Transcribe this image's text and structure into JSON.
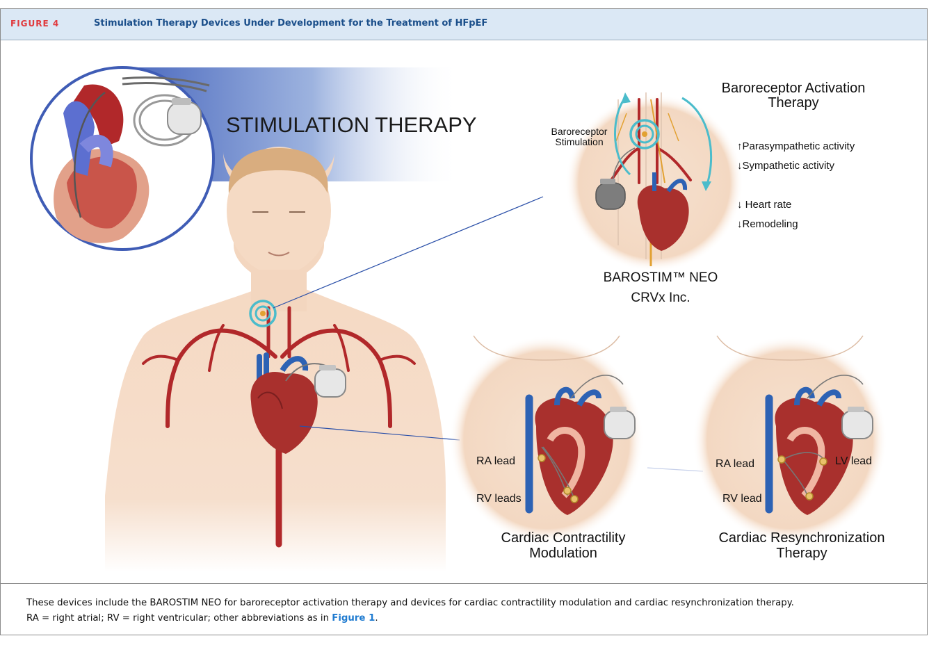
{
  "header": {
    "figure_label": "FIGURE 4",
    "title": "Stimulation Therapy Devices Under Development for the Treatment of HFpEF"
  },
  "banner": {
    "title": "STIMULATION THERAPY"
  },
  "barostim": {
    "title_line1": "Baroreceptor Activation",
    "title_line2": "Therapy",
    "stim_label_line1": "Baroreceptor",
    "stim_label_line2": "Stimulation",
    "effects": [
      "↑Parasympathetic activity",
      "↓Sympathetic activity",
      "↓ Heart rate",
      "↓Remodeling"
    ],
    "device_name": "BAROSTIM™ NEO",
    "maker": "CRVx Inc."
  },
  "ccm": {
    "title_line1": "Cardiac Contractility",
    "title_line2": "Modulation",
    "ra_label": "RA lead",
    "rv_label": "RV leads"
  },
  "crt": {
    "title_line1": "Cardiac Resynchronization",
    "title_line2": "Therapy",
    "ra_label": "RA lead",
    "rv_label": "RV lead",
    "lv_label": "LV lead"
  },
  "caption": {
    "line1": "These devices include the BAROSTIM NEO for baroreceptor activation therapy and devices for cardiac contractility modulation and cardiac resynchronization therapy.",
    "line2_prefix": "RA = right atrial; RV = right ventricular; other abbreviations as in ",
    "figure_link": "Figure 1",
    "line2_suffix": "."
  },
  "colors": {
    "header_bg": "#dbe8f5",
    "figure_label": "#e03a3e",
    "title": "#1a4e8a",
    "banner_blue": "#4d6bbf",
    "skin": "#f6dcc6",
    "artery": "#b1282a",
    "vein": "#2d62b4",
    "stim_ring": "#4bbccb",
    "link": "#1f7bd0"
  }
}
